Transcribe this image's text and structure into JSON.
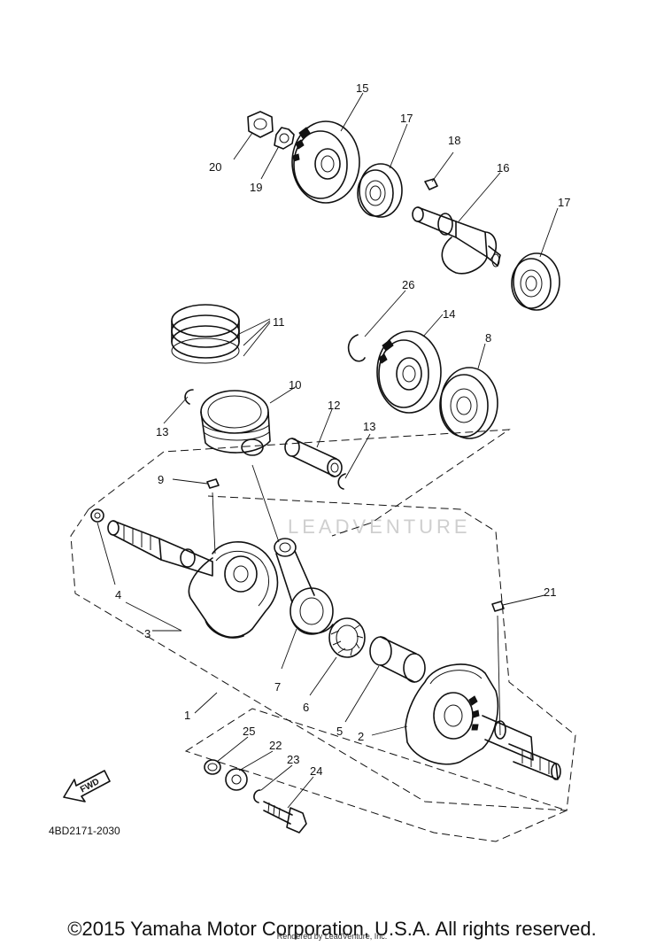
{
  "diagram": {
    "drawing_code": "4BD2171-2030",
    "watermark": "LEADVENTURE",
    "fwd_label": "FWD",
    "callouts": [
      "1",
      "2",
      "3",
      "4",
      "5",
      "6",
      "7",
      "8",
      "9",
      "10",
      "11",
      "12",
      "13",
      "13",
      "14",
      "15",
      "16",
      "17",
      "17",
      "18",
      "19",
      "20",
      "21",
      "22",
      "23",
      "24",
      "25",
      "26"
    ]
  },
  "footer": {
    "copyright": "©2015 Yamaha Motor Corporation, U.S.A. All rights reserved.",
    "rendered_by": "Rendered by LeadVenture, Inc."
  }
}
